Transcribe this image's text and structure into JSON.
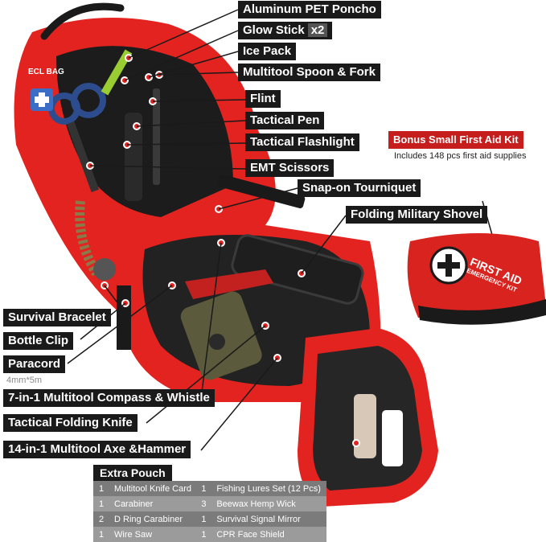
{
  "labels": {
    "aluminum_pet_poncho": "Aluminum PET Poncho",
    "glow_stick": "Glow Stick",
    "glow_stick_qty": "x2",
    "ice_pack": "Ice Pack",
    "multitool_spoon_fork": "Multitool Spoon & Fork",
    "flint": "Flint",
    "tactical_pen": "Tactical Pen",
    "tactical_flashlight": "Tactical Flashlight",
    "emt_scissors": "EMT Scissors",
    "snap_on_tourniquet": "Snap-on Tourniquet",
    "folding_military_shovel": "Folding Military Shovel",
    "survival_bracelet": "Survival Bracelet",
    "bottle_clip": "Bottle Clip",
    "paracord": "Paracord",
    "paracord_size": "4mm*5m",
    "compass_whistle": "7-in-1 Multitool Compass & Whistle",
    "tactical_folding_knife": "Tactical Folding Knife",
    "axe_hammer": "14-in-1 Multitool Axe &Hammer"
  },
  "bonus": {
    "title": "Bonus Small First Aid Kit",
    "subtitle": "Includes 148 pcs first aid supplies",
    "kit_text_1": "FIRST AID",
    "kit_text_2": "EMERGENCY KIT"
  },
  "backpack_text": "ECL BAG",
  "extra_pouch": {
    "title": "Extra Pouch",
    "rows": [
      {
        "q1": "1",
        "item1": "Multitool Knife Card",
        "q2": "1",
        "item2": "Fishing Lures Set (12 Pcs)"
      },
      {
        "q1": "1",
        "item1": "Carabiner",
        "q2": "3",
        "item2": "Beewax Hemp Wick"
      },
      {
        "q1": "2",
        "item1": "D Ring Carabiner",
        "q2": "1",
        "item2": "Survival Signal Mirror"
      },
      {
        "q1": "1",
        "item1": "Wire Saw",
        "q2": "1",
        "item2": "CPR Face Shield"
      }
    ]
  },
  "colors": {
    "bag_red": "#e2231f",
    "label_bg": "#1a1a1a",
    "bonus_red": "#c61d1d"
  }
}
